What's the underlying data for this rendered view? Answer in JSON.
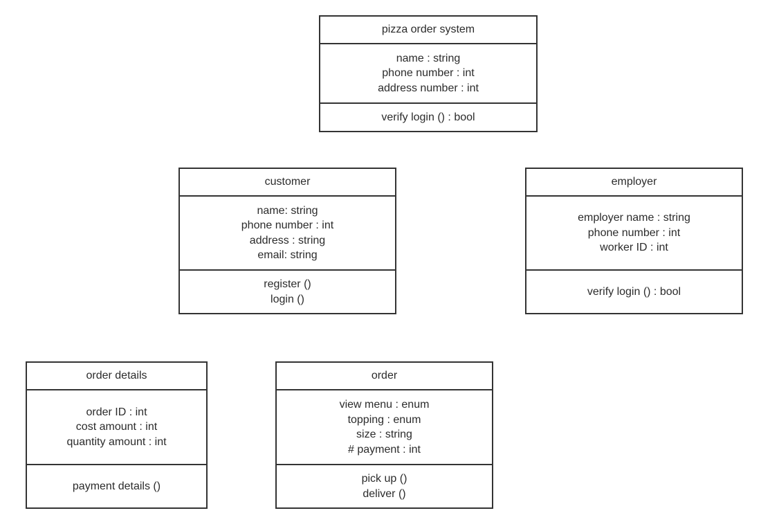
{
  "classes": {
    "pizza_order_system": {
      "name": "pizza order system",
      "attributes": [
        "name : string",
        "phone number : int",
        "address number : int"
      ],
      "methods": [
        "verify login () : bool"
      ]
    },
    "customer": {
      "name": "customer",
      "attributes": [
        "name: string",
        "phone number : int",
        "address : string",
        "email: string"
      ],
      "methods": [
        "register ()",
        "login ()"
      ]
    },
    "employer": {
      "name": "employer",
      "attributes": [
        "employer name : string",
        "phone number : int",
        "worker ID : int"
      ],
      "methods": [
        "verify login () : bool"
      ]
    },
    "order_details": {
      "name": "order details",
      "attributes": [
        "order ID : int",
        "cost amount : int",
        "quantity amount : int"
      ],
      "methods": [
        "payment details ()"
      ]
    },
    "order": {
      "name": "order",
      "attributes": [
        "view menu : enum",
        "topping : enum",
        "size : string",
        "# payment : int"
      ],
      "methods": [
        "pick up ()",
        "deliver ()"
      ]
    }
  }
}
